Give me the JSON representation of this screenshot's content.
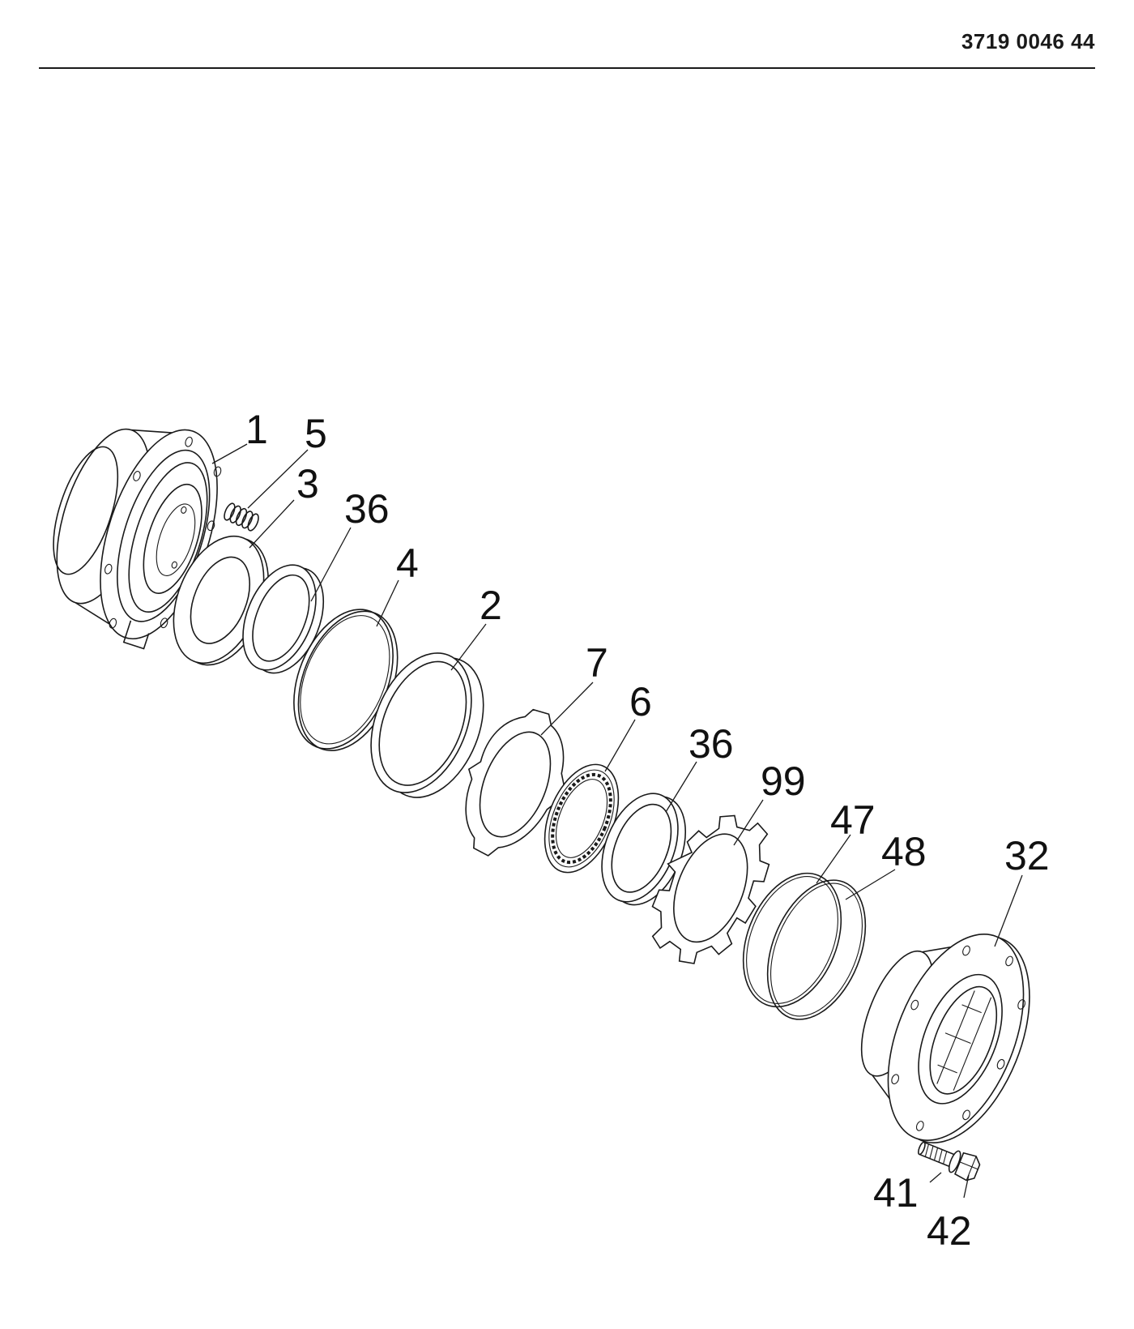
{
  "header": {
    "document_number": "3719 0046 44"
  },
  "callouts": [
    {
      "id": "c1",
      "label": "1"
    },
    {
      "id": "c5",
      "label": "5"
    },
    {
      "id": "c3",
      "label": "3"
    },
    {
      "id": "c36a",
      "label": "36"
    },
    {
      "id": "c4",
      "label": "4"
    },
    {
      "id": "c2",
      "label": "2"
    },
    {
      "id": "c7",
      "label": "7"
    },
    {
      "id": "c6",
      "label": "6"
    },
    {
      "id": "c36b",
      "label": "36"
    },
    {
      "id": "c99",
      "label": "99"
    },
    {
      "id": "c47",
      "label": "47"
    },
    {
      "id": "c48",
      "label": "48"
    },
    {
      "id": "c32",
      "label": "32"
    },
    {
      "id": "c41",
      "label": "41"
    },
    {
      "id": "c42",
      "label": "42"
    }
  ]
}
